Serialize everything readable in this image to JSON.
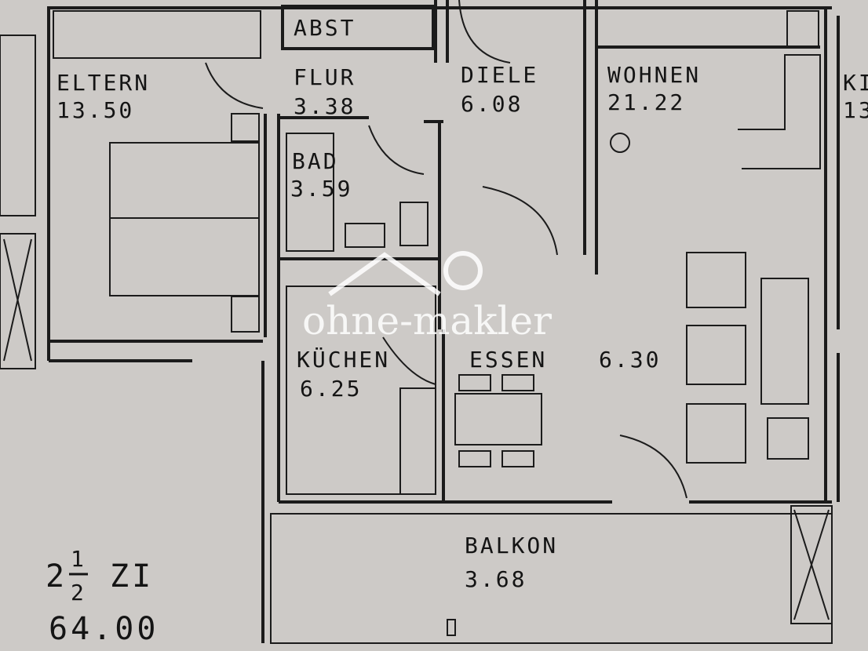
{
  "rooms": {
    "eltern": {
      "name": "ELTERN",
      "area": "13.50"
    },
    "abst": {
      "name": "ABST"
    },
    "flur": {
      "name": "FLUR",
      "area": "3.38"
    },
    "diele": {
      "name": "DIELE",
      "area": "6.08"
    },
    "wohnen": {
      "name": "WOHNEN",
      "area": "21.22"
    },
    "kind": {
      "name": "KI",
      "area": "13"
    },
    "bad": {
      "name": "BAD",
      "area": "3.59"
    },
    "kuechen": {
      "name": "KÜCHEN",
      "area": "6.25"
    },
    "essen": {
      "name": "ESSEN",
      "area": "6.30"
    },
    "balkon": {
      "name": "BALKON",
      "area": "3.68"
    }
  },
  "summary": {
    "rooms_whole": "2",
    "rooms_num": "1",
    "rooms_den": "2",
    "rooms_suffix": "ZI",
    "total_area": "64.00"
  },
  "watermark": "ohne-makler",
  "colors": {
    "paper": "#cdcac7",
    "ink": "#1b1b1b"
  }
}
